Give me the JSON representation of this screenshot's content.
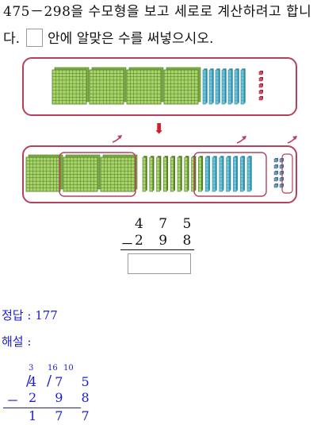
{
  "question": {
    "line1": "475－298을 수모형을 보고 세로로 계산하려고 합니",
    "line2_start": "다.",
    "line2_end": "안에 알맞은 수를 써넣으시오."
  },
  "model": {
    "top": {
      "hundreds": 4,
      "tens": 7,
      "ones": 5
    },
    "bottom": {
      "hundreds": 3,
      "tens": 16,
      "ones": 10
    }
  },
  "colors": {
    "hundreds": "#a9d36b",
    "tens": "#6cc3d8",
    "ones_top": "#d94e64",
    "ones_bottom": "#6f9fb8",
    "panel_border": "#b5405c",
    "arrow": "#d11f2a",
    "answer_text": "#1b1bd6"
  },
  "icons": [
    "down-arrow-icon",
    "carry-arrow-icon"
  ],
  "problem": {
    "top": "4 7 5",
    "bottom": "2 9 8",
    "operator": "－"
  },
  "answer": {
    "label": "정답 : 177"
  },
  "explanation": {
    "label": "해설 :",
    "carry_hundreds": "3",
    "carry_tens": "16",
    "carry_ones": "10",
    "top_row": "4 7 5",
    "operator": "－",
    "bottom_row": "2 9 8",
    "result": "1 7 7"
  }
}
